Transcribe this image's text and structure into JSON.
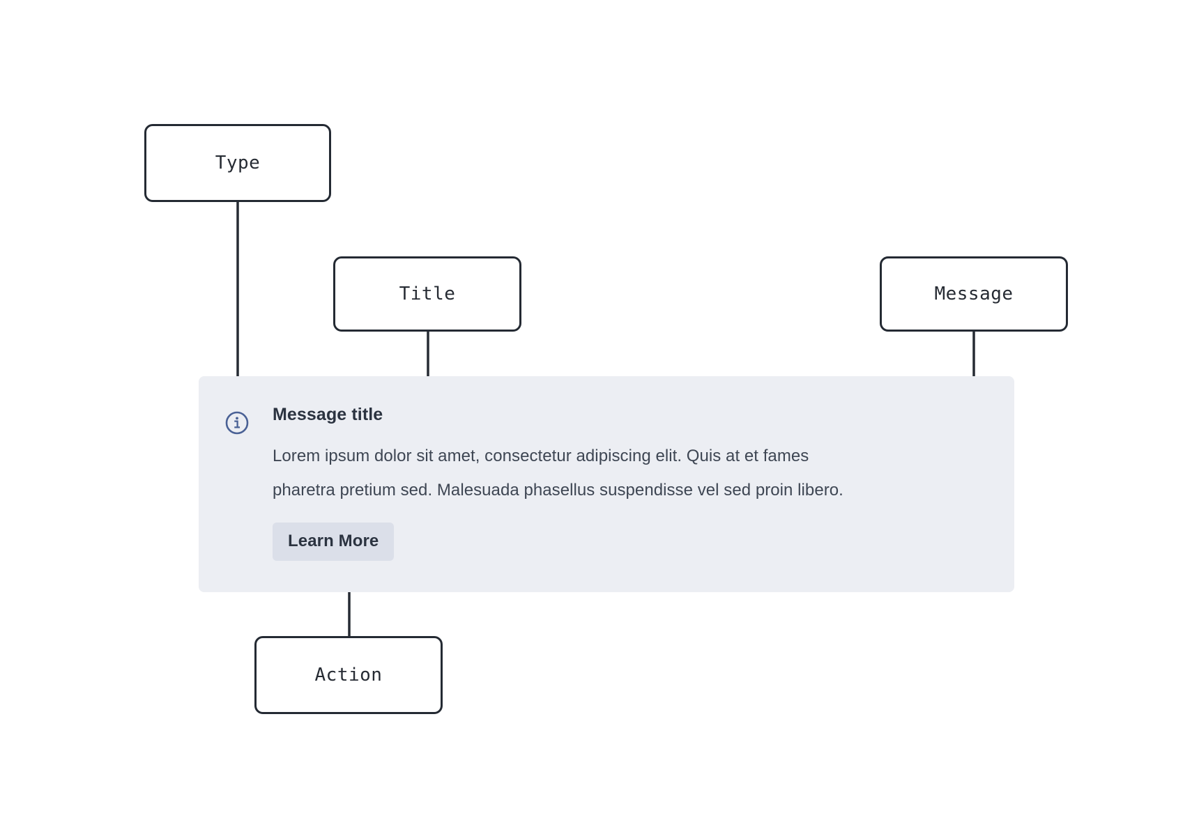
{
  "diagram": {
    "callouts": [
      {
        "id": "type",
        "label": "Type",
        "icon": "annotation-box"
      },
      {
        "id": "title",
        "label": "Title",
        "icon": "annotation-box"
      },
      {
        "id": "message",
        "label": "Message",
        "icon": "annotation-box"
      },
      {
        "id": "action",
        "label": "Action",
        "icon": "annotation-box"
      }
    ],
    "connector_color": "#262b33",
    "callout_border_color": "#242a33"
  },
  "alert": {
    "variant": "info",
    "icon": "info-circle-icon",
    "icon_color": "#4a6195",
    "background_color": "#eceef3",
    "title": "Message title",
    "body_lines": [
      "Lorem ipsum dolor sit amet, consectetur adipiscing elit. Quis at et fames",
      "pharetra pretium sed. Malesuada phasellus suspendisse vel sed proin libero."
    ],
    "action": {
      "label": "Learn More",
      "background_color": "#dbdfe9",
      "text_color": "#2b3340"
    }
  }
}
